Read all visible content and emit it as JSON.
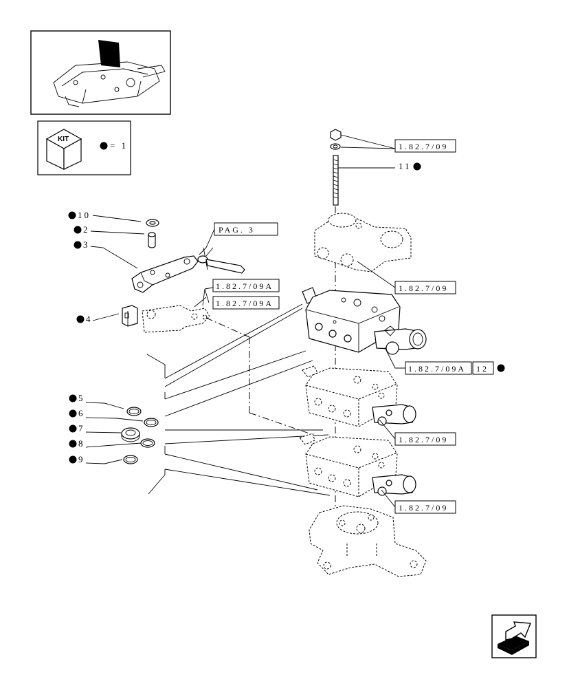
{
  "kit": {
    "badge": "KIT",
    "legend": "= 1"
  },
  "callouts": {
    "c1": "10",
    "c2": "2",
    "c3": "3",
    "c4": "4",
    "c5": "5",
    "c6": "6",
    "c7": "7",
    "c8": "8",
    "c9": "9",
    "c11": "11",
    "c12": "12"
  },
  "references": {
    "r1": "1.82.7/09",
    "r2": "PAG. 3",
    "r3": "1.82.7/09A",
    "r4": "1.82.7/09A",
    "r5": "1.82.7/09",
    "r6": "1.82.7/09A",
    "r7": "1.82.7/09",
    "r8": "1.82.7/09"
  },
  "icons": {
    "nav": "next-page-arrow-icon",
    "kit": "kit-cube-icon",
    "bullet": "filled-circle-icon"
  }
}
